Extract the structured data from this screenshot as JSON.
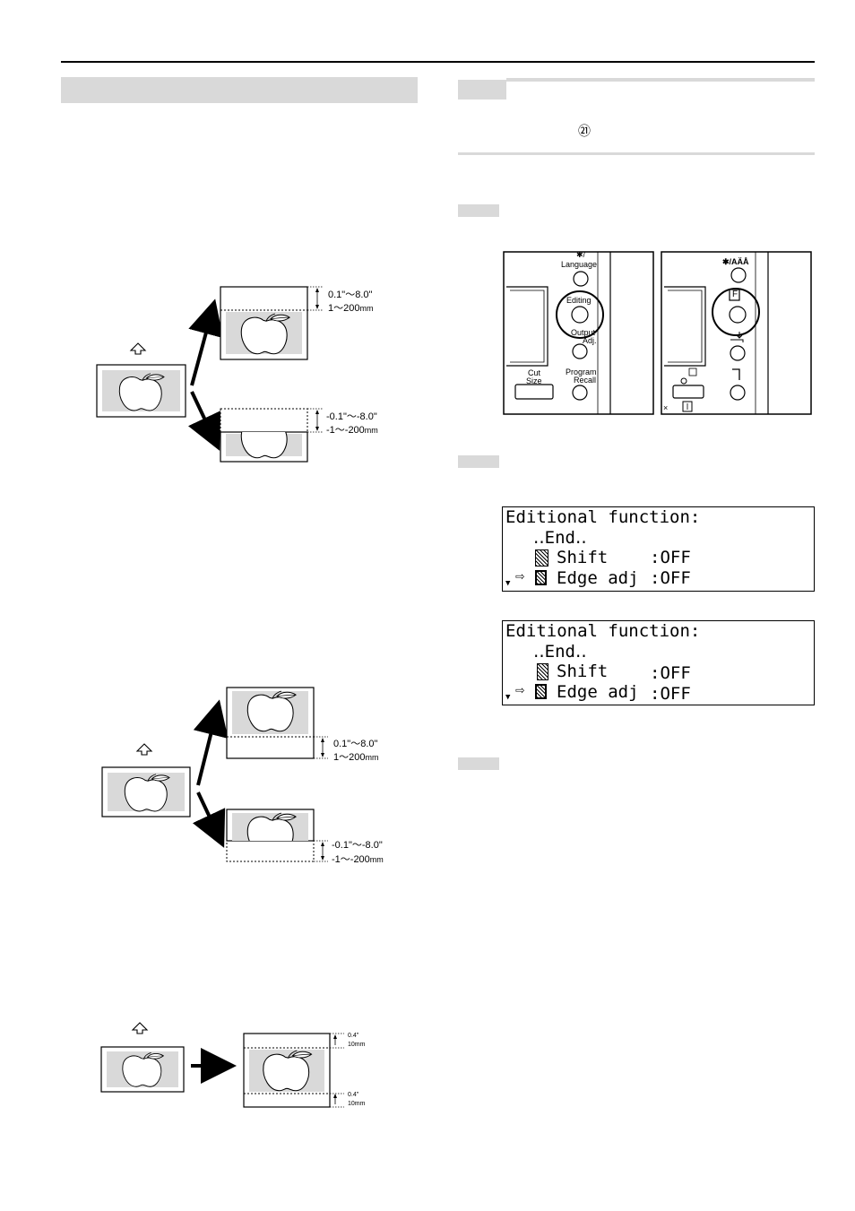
{
  "callout_number": "㉑",
  "diagrams": {
    "margin_range_pos": "0.1\"～8.0\"",
    "margin_range_pos_mm": "1～200",
    "margin_range_neg": "-0.1\"～-8.0\"",
    "margin_range_neg_mm": "-1～-200",
    "mm_unit": "mm",
    "edge_in": "0.4\"",
    "edge_mm": "10mm"
  },
  "panel_left": {
    "language": "Language",
    "editing": "Editing",
    "output_adj_1": "Output",
    "output_adj_2": "Adj.",
    "cut_size_1": "Cut",
    "cut_size_2": "Size",
    "program_recall_1": "Program",
    "program_recall_2": "Recall"
  },
  "panel_right": {
    "lang_symbol": "✱/AÄÅ",
    "f_key": "F"
  },
  "lcd_1": {
    "title": "Editional function:",
    "end": "‥End‥",
    "shift_label": "Shift",
    "shift_value": ":OFF",
    "edge_label": "Edge adj",
    "edge_value": ":OFF"
  },
  "lcd_2": {
    "title": "Editional function:",
    "end": "‥End‥",
    "shift_label": "Shift",
    "shift_value": ":OFF",
    "edge_label": "Edge adj",
    "edge_value": ":OFF"
  }
}
